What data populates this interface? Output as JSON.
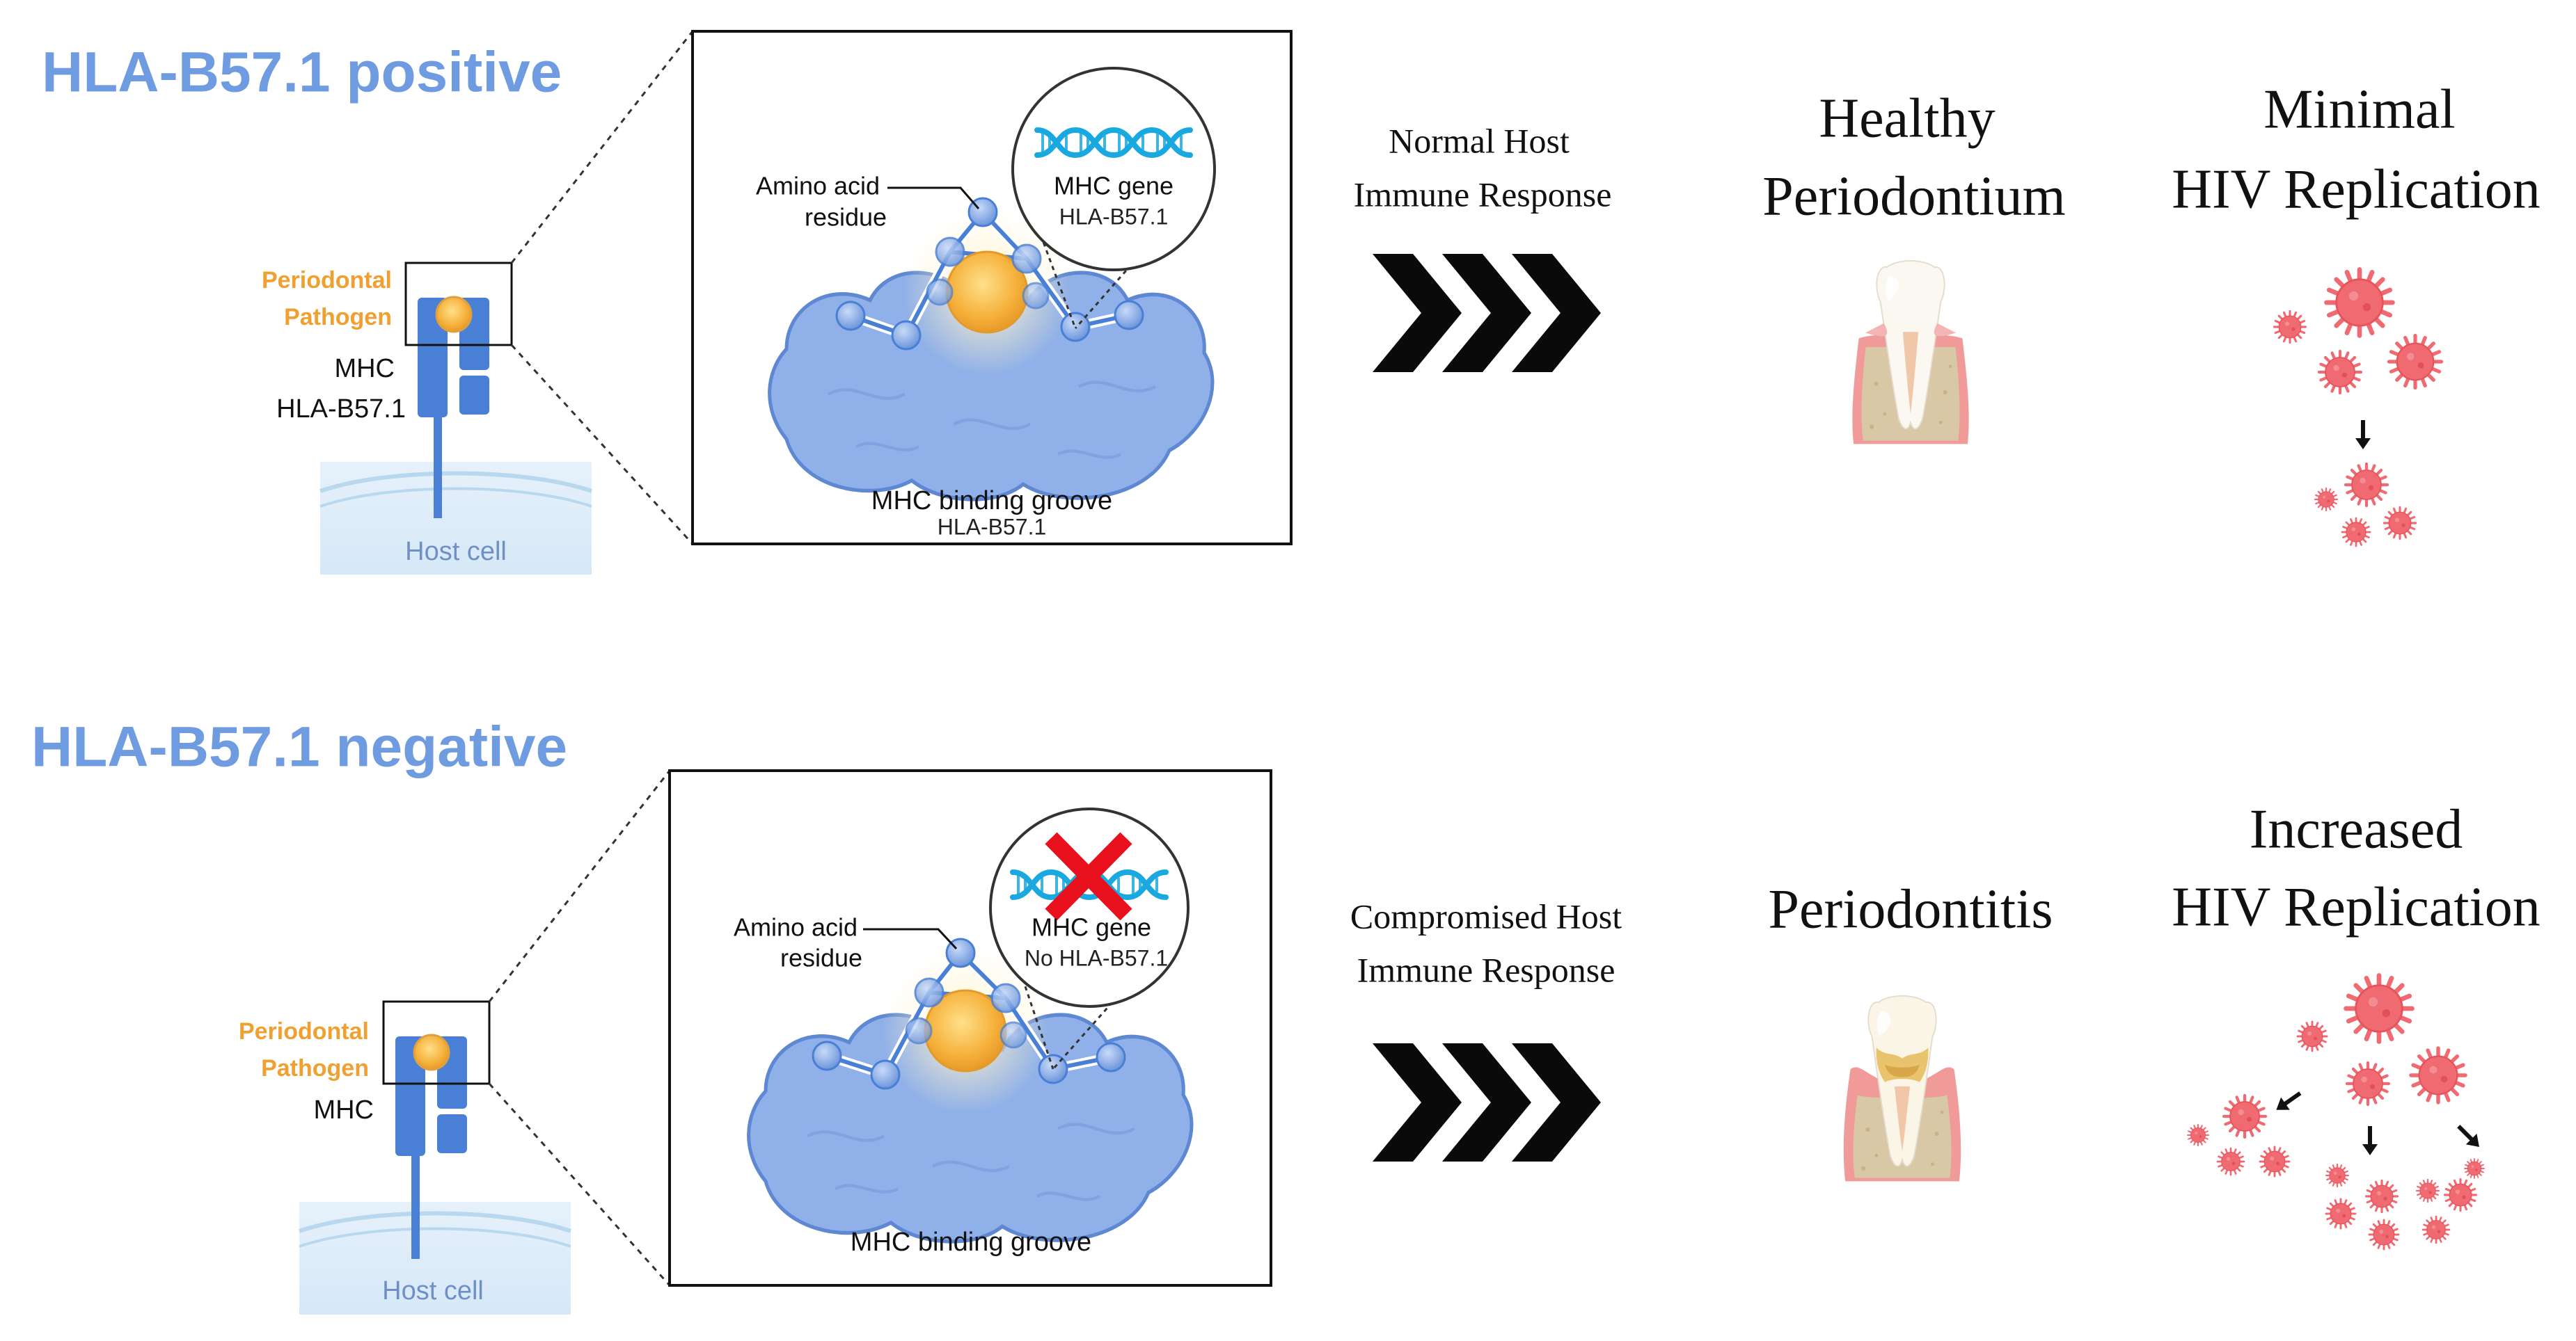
{
  "colors": {
    "title_blue": "#6f9be0",
    "pathogen_orange": "#f0a030",
    "mhc_blue": "#4a7fd6",
    "cell_fill": "#deecf8",
    "groove_fill": "#8fb0e8",
    "virus_red": "#f06a72",
    "cross_red": "#e8101c",
    "dna_cyan": "#19a9e0",
    "chevron_black": "#0a0a0a"
  },
  "top": {
    "title": "HLA-B57.1 positive",
    "cell": {
      "pathogen_line1": "Periodontal",
      "pathogen_line2": "Pathogen",
      "mhc_label": "MHC",
      "mhc_allele": "HLA-B57.1",
      "host_cell": "Host cell"
    },
    "zoom": {
      "residue_line1": "Amino acid",
      "residue_line2": "residue",
      "gene_label": "MHC gene",
      "gene_allele": "HLA-B57.1",
      "groove_label": "MHC binding groove",
      "groove_allele": "HLA-B57.1"
    },
    "response_line1": "Normal Host",
    "response_line2": "Immune Response",
    "outcome_perio_line1": "Healthy",
    "outcome_perio_line2": "Periodontium",
    "outcome_hiv_line1": "Minimal",
    "outcome_hiv_line2": "HIV Replication"
  },
  "bottom": {
    "title": "HLA-B57.1 negative",
    "cell": {
      "pathogen_line1": "Periodontal",
      "pathogen_line2": "Pathogen",
      "mhc_label": "MHC",
      "host_cell": "Host cell"
    },
    "zoom": {
      "residue_line1": "Amino acid",
      "residue_line2": "residue",
      "gene_label": "MHC gene",
      "gene_allele": "No HLA-B57.1",
      "groove_label": "MHC binding groove"
    },
    "response_line1": "Compromised Host",
    "response_line2": "Immune Response",
    "outcome_perio": "Periodontitis",
    "outcome_hiv_line1": "Increased",
    "outcome_hiv_line2": "HIV Replication"
  },
  "icons": {
    "dna": "dna-helix-icon",
    "cross": "red-x-icon",
    "chevrons": "triple-chevron-icon",
    "tooth": "tooth-icon",
    "virus": "virus-icon",
    "arrow": "arrow-down-icon"
  }
}
